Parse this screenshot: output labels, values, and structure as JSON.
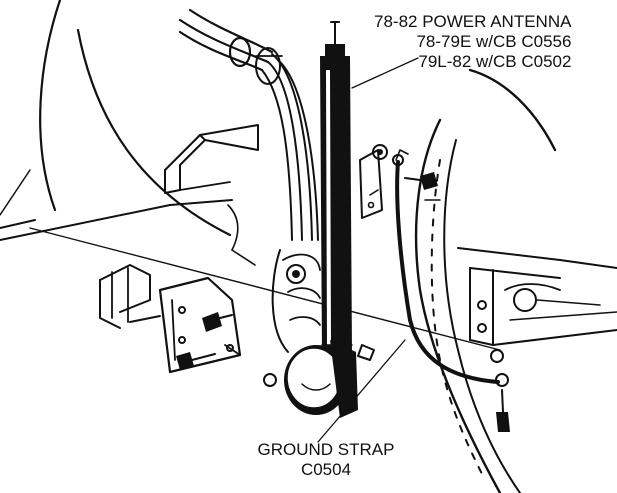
{
  "callouts": {
    "antenna": {
      "line1": "78-82 POWER ANTENNA",
      "line2": "78-79E w/CB C0556",
      "line3": "79L-82 w/CB C0502"
    },
    "ground_strap": {
      "line1": "GROUND STRAP",
      "line2": "C0504"
    }
  },
  "colors": {
    "ink": "#111111",
    "paper": "#ffffff"
  }
}
